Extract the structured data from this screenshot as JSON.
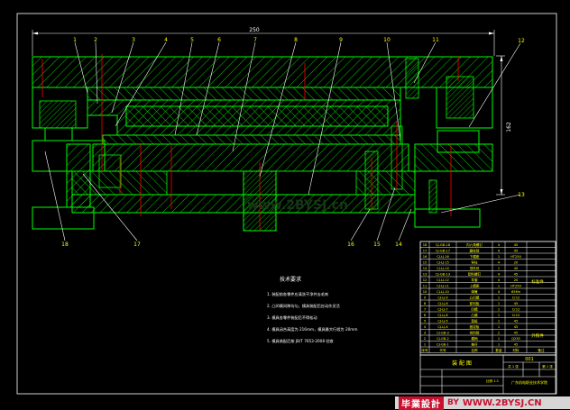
{
  "drawing": {
    "overall_width_dim": "250",
    "height_dim": "162",
    "part_callouts_top": [
      "1",
      "2",
      "3",
      "4",
      "5",
      "6",
      "7",
      "8",
      "9",
      "10",
      "11",
      "12"
    ],
    "part_callouts_bottom": [
      "18",
      "17",
      "16",
      "15",
      "14",
      "13"
    ],
    "watermark": "www.2BYSJ.cn",
    "notes_title": "技术要求",
    "notes": [
      "1. 装配前各零件应清洗干净并去毛刺",
      "2. 凸凹模间隙均匀，模具装配后应动作灵活",
      "3. 模具各零件装配后不得松动",
      "4. 模具闭合高度为 216mm，模具最大行程为 20mm",
      "5. 模具装配后按 JB/T 7653-2008 验收"
    ]
  },
  "bom": {
    "rows": [
      {
        "no": "18",
        "code": "CJ-GB-18",
        "name": "内六角螺钉",
        "qty": "4",
        "mat": "45"
      },
      {
        "no": "17",
        "code": "CJ-GB-17",
        "name": "圆柱销",
        "qty": "4",
        "mat": "45"
      },
      {
        "no": "16",
        "code": "CJ-LJ-16",
        "name": "下模座",
        "qty": "1",
        "mat": "HT250"
      },
      {
        "no": "15",
        "code": "CJ-LJ-15",
        "name": "导柱",
        "qty": "4",
        "mat": "20"
      },
      {
        "no": "14",
        "code": "CJ-LJ-14",
        "name": "顶件块",
        "qty": "1",
        "mat": "45"
      },
      {
        "no": "13",
        "code": "CJ-GB-13",
        "name": "卸料螺钉",
        "qty": "4",
        "mat": "45"
      },
      {
        "no": "12",
        "code": "CJ-LJ-12",
        "name": "导套",
        "qty": "4",
        "mat": "20"
      },
      {
        "no": "11",
        "code": "CJ-LJ-11",
        "name": "上模座",
        "qty": "1",
        "mat": "HT250"
      },
      {
        "no": "10",
        "code": "CJ-LJ-10",
        "name": "弹簧",
        "qty": "4",
        "mat": "65Mn"
      },
      {
        "no": "9",
        "code": "CJ-LJ-9",
        "name": "凸凹模",
        "qty": "1",
        "mat": "Cr12"
      },
      {
        "no": "8",
        "code": "CJ-LJ-8",
        "name": "卸料板",
        "qty": "1",
        "mat": "45"
      },
      {
        "no": "7",
        "code": "CJ-LJ-7",
        "name": "凹模",
        "qty": "1",
        "mat": "Cr12"
      },
      {
        "no": "6",
        "code": "CJ-LJ-6",
        "name": "凸模",
        "qty": "1",
        "mat": "Cr12"
      },
      {
        "no": "5",
        "code": "CJ-LJ-5",
        "name": "垫板",
        "qty": "1",
        "mat": "45"
      },
      {
        "no": "4",
        "code": "CJ-LJ-4",
        "name": "固定板",
        "qty": "1",
        "mat": "45"
      },
      {
        "no": "3",
        "code": "CJ-GB-3",
        "name": "挡料销",
        "qty": "2",
        "mat": "45"
      },
      {
        "no": "2",
        "code": "CJ-GB-2",
        "name": "模柄",
        "qty": "1",
        "mat": "Q235"
      },
      {
        "no": "1",
        "code": "CJ-GB-1",
        "name": "推杆",
        "qty": "1",
        "mat": "45"
      }
    ],
    "header": {
      "no": "序号",
      "code": "代号",
      "name": "名称",
      "qty": "数量",
      "mat": "材料",
      "note": "备注"
    },
    "note_right_1": "标准件",
    "note_right_2": "外购件"
  },
  "title_block": {
    "title": "装 配 图",
    "scale": "比例 1:1",
    "drawing_no": "001",
    "school": "广东机电职业技术学院",
    "sheet_a": "共 1 张",
    "sheet_b": "第 1 张"
  },
  "banner": {
    "brand": "毕業設計",
    "logo": "BY",
    "site": "WWW.2BYSJ.CN"
  },
  "colors": {
    "background": "#000000",
    "outline": "#00ff00",
    "hatch": "#00ff00",
    "centerline": "#ff0000",
    "leader": "#ffffff",
    "text": "#ffff00",
    "bom_line": "#ffffff",
    "banner_red": "#c8102e"
  }
}
